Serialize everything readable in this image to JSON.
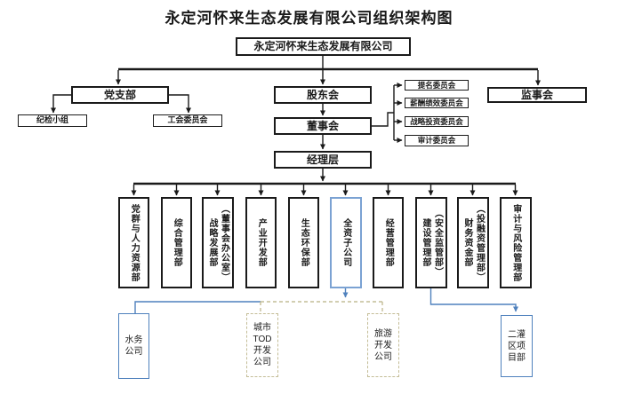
{
  "title": "永定河怀来生态发展有限公司组织架构图",
  "root": "永定河怀来生态发展有限公司",
  "party": {
    "branch": "党支部",
    "discipline_group": "纪检小组",
    "union_committee": "工会委员会"
  },
  "governance": {
    "shareholders": "股东会",
    "board": "董事会",
    "management": "经理层",
    "supervisors": "监事会",
    "committees": [
      "提名委员会",
      "薪酬绩效委员会",
      "战略投资委员会",
      "审计委员会"
    ]
  },
  "departments": [
    "党群与人力资源部",
    "综合管理部",
    "（董事会办公室）\n战略发展部",
    "产业开发部",
    "生态环保部",
    "全资子公司",
    "经营管理部",
    "（安全监管部）\n建设管理部",
    "（投融资管理部）\n财务资金部",
    "审计与风险管理部"
  ],
  "subsidiaries": [
    "水务\n公司",
    "城市\nTOD\n开发\n公司",
    "旅游\n开发\n公司",
    "二灌\n区项\n目部"
  ],
  "colors": {
    "line": "#1a1a1a",
    "accent_blue": "#4f81bd",
    "accent_blue_light": "#7ba2d3",
    "accent_tan": "#c4bd97"
  }
}
